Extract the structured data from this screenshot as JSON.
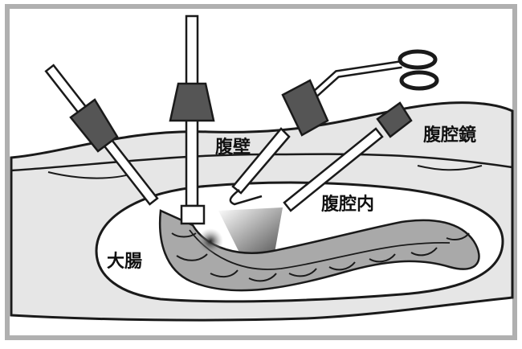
{
  "labels": {
    "abdominal_wall": "腹壁",
    "laparoscope": "腹腔鏡",
    "abdominal_cavity": "腹腔内",
    "large_intestine": "大腸"
  },
  "colors": {
    "frame": "#b0b0b0",
    "tissue": "#e6e6e6",
    "outline": "#1a1a1a",
    "instrument_dark": "#555555",
    "colon": "#a9a9a9",
    "background": "#ffffff"
  }
}
